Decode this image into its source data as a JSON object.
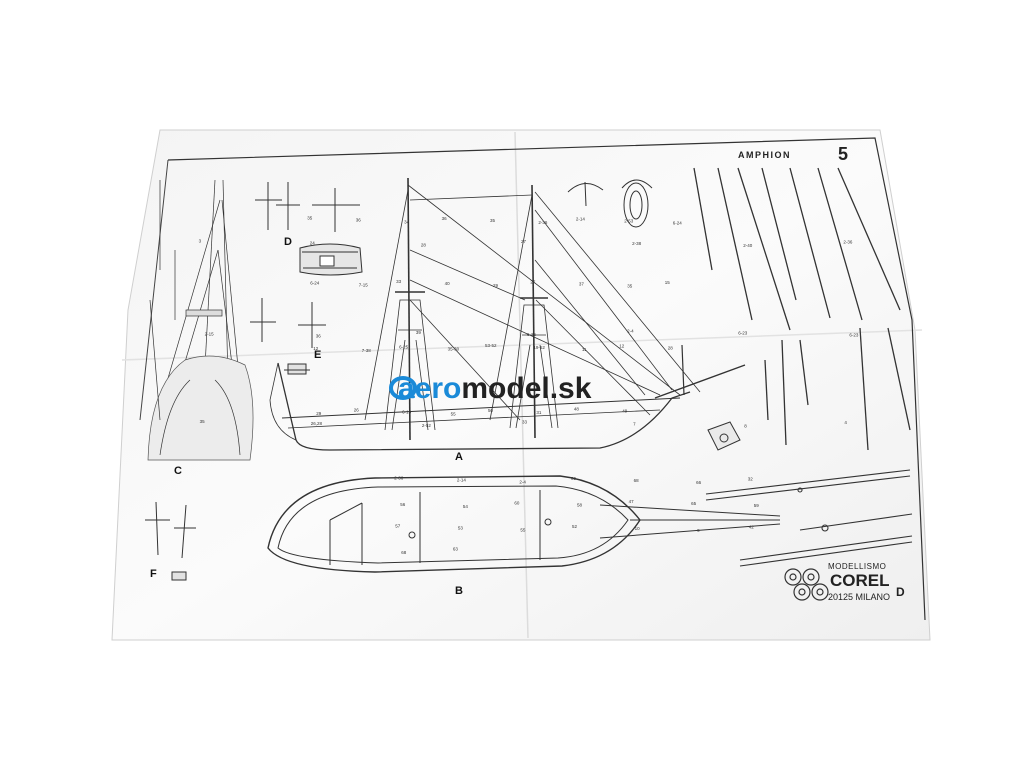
{
  "watermark": {
    "brand_prefix": "aero",
    "brand_suffix": "model.sk"
  },
  "sheet": {
    "title": "AMPHION",
    "sheet_number": "5",
    "publisher": {
      "line1": "MODELLISMO",
      "name": "COREL",
      "address": "20125 MILANO"
    }
  },
  "views": {
    "A": "A",
    "B": "B",
    "C": "C",
    "D": "D",
    "E": "E",
    "F": "F"
  },
  "callouts": {
    "ship": [
      "35",
      "36",
      "34",
      "36",
      "35",
      "2-36",
      "2-14",
      "2-53",
      "6-24",
      "6-24",
      "7-15",
      "33",
      "40",
      "29",
      "27",
      "37",
      "35",
      "15",
      "12",
      "7-38",
      "6-25",
      "35-30",
      "53-52",
      "19-52",
      "11",
      "12",
      "28",
      "29",
      "26",
      "6-13",
      "55",
      "50",
      "31",
      "48",
      "49"
    ],
    "hull": [
      "2-36",
      "2-14",
      "2-4",
      "69",
      "68",
      "66",
      "32",
      "56",
      "54",
      "60",
      "58",
      "47",
      "65",
      "59",
      "57",
      "53",
      "55",
      "52",
      "10",
      "9",
      "42",
      "68",
      "63"
    ],
    "detail": [
      "3",
      "24",
      "28",
      "27",
      "2-38",
      "2-40",
      "2-36",
      "2-15",
      "36",
      "39",
      "6-25",
      "2-4",
      "6-23",
      "6-23",
      "35",
      "26,28",
      "2-52",
      "33",
      "7",
      "8",
      "4"
    ]
  }
}
